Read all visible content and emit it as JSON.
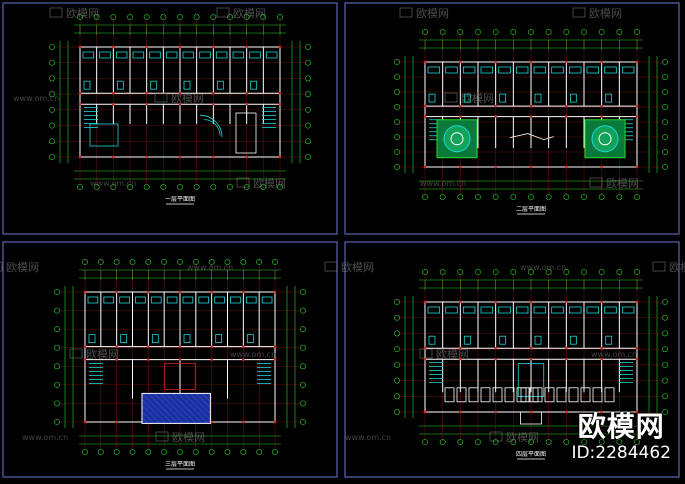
{
  "colors": {
    "background": "#000000",
    "frame": "#5a63b5",
    "wall": "#ffffff",
    "dimension": "#2bd62b",
    "grid_line": "#d22222",
    "fixture": "#1ad7d7"
  },
  "sheets": [
    {
      "title": "一层平面图"
    },
    {
      "title": "二层平面图"
    },
    {
      "title": "三层平面图"
    },
    {
      "title": "四层平面图"
    }
  ],
  "watermark": {
    "brand": "欧模网",
    "url": "www.om.cn"
  },
  "badge": {
    "brand": "欧模网",
    "id": "ID:2284462"
  }
}
